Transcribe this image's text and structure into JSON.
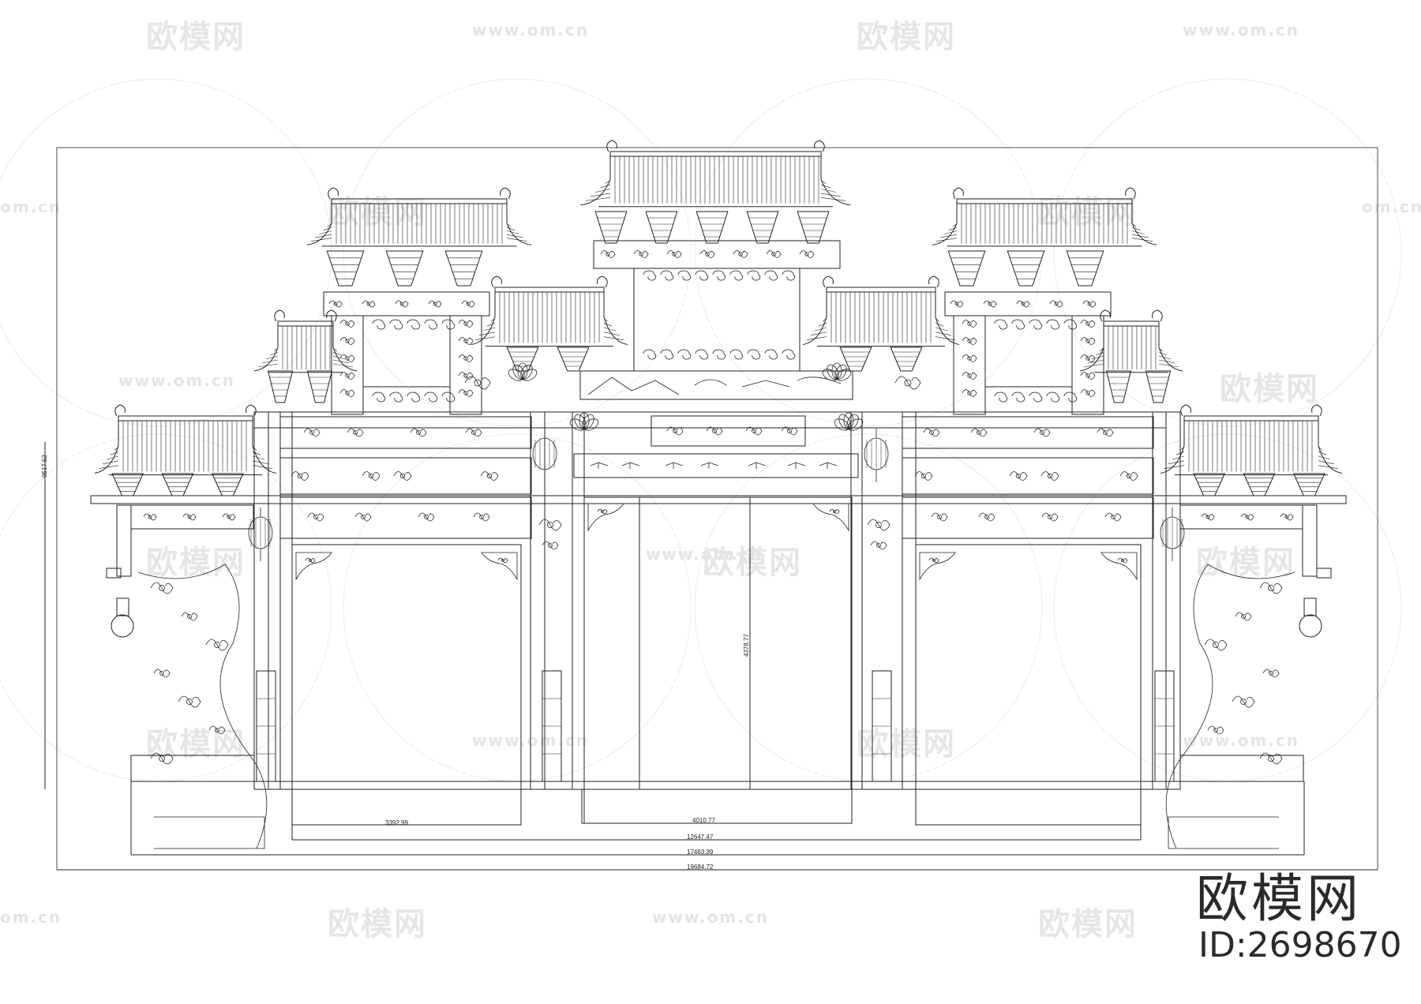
{
  "watermark": {
    "logo_text": "欧模网",
    "url_text": "www.om.cn",
    "url_short": "om.cn"
  },
  "drawing": {
    "dimensions": {
      "side_opening_width": "3392.99",
      "center_opening_width": "4010.77",
      "inner_span": "12647.47",
      "base_span": "17463.39",
      "overall_width": "19684.72",
      "center_opening_height": "4378.77",
      "overall_height": "9517.52"
    }
  },
  "brand": {
    "name": "欧模网",
    "id_label": "ID:2698670"
  },
  "colors": {
    "line": "#222222",
    "watermark": "#e6e6e6",
    "background": "#ffffff"
  }
}
